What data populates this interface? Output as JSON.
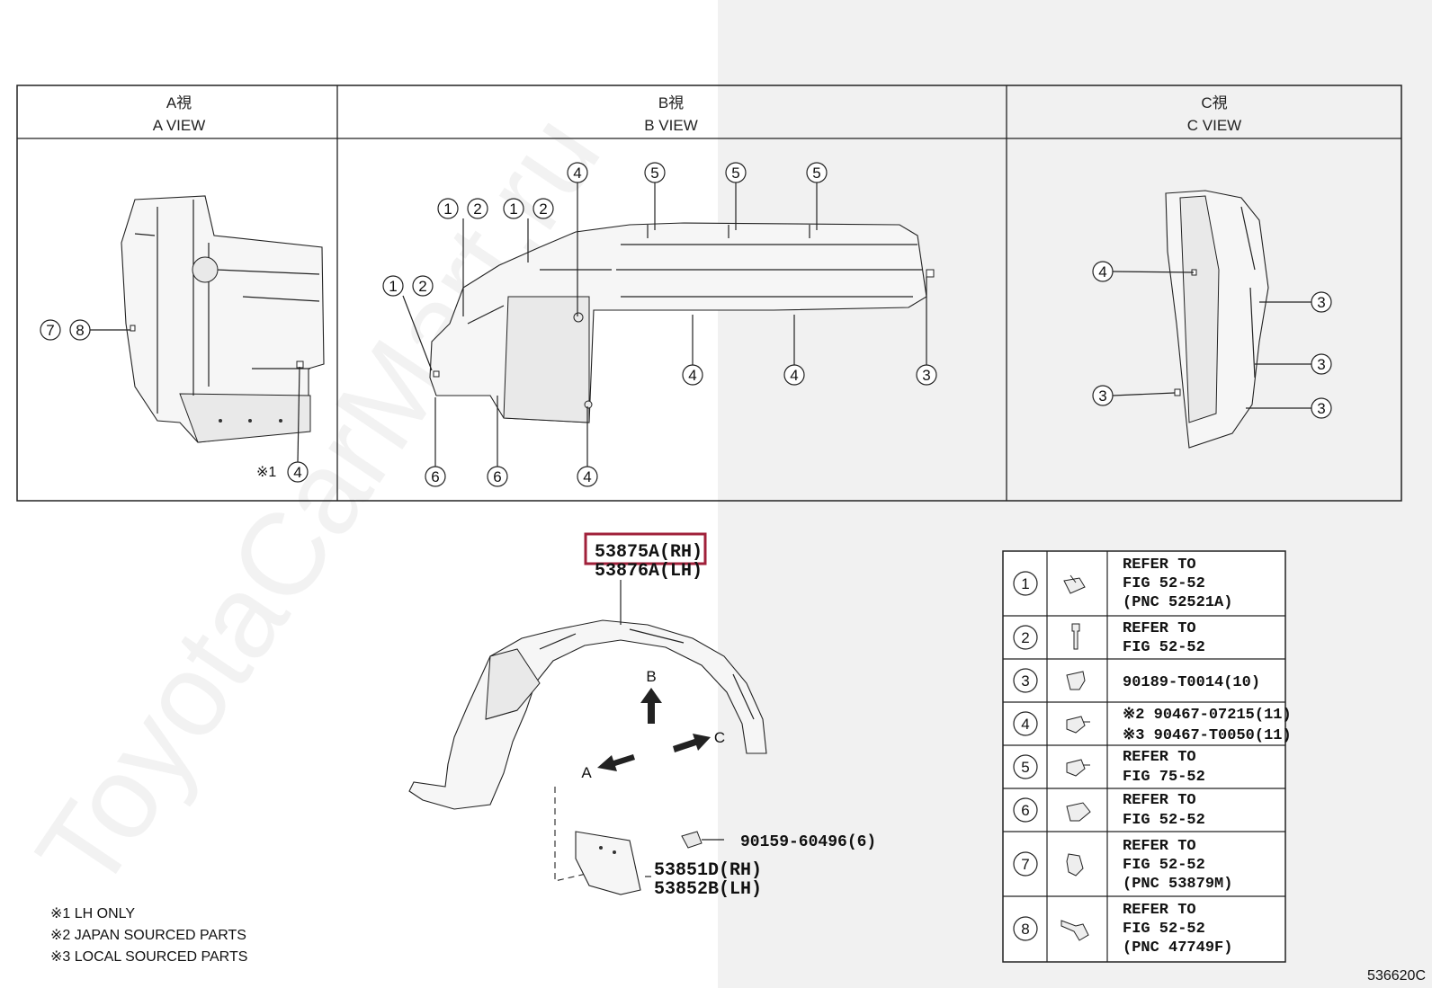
{
  "views": {
    "a": {
      "title_jp": "A視",
      "title_en": "A VIEW"
    },
    "b": {
      "title_jp": "B視",
      "title_en": "B VIEW"
    },
    "c": {
      "title_jp": "C視",
      "title_en": "C VIEW"
    }
  },
  "callouts": {
    "one": "1",
    "two": "2",
    "three": "3",
    "four": "4",
    "five": "5",
    "six": "6",
    "seven": "7",
    "eight": "8",
    "note_mark_1": "※1"
  },
  "main_parts": {
    "liner_rh": "53875A(RH)",
    "liner_lh": "53876A(LH)",
    "screw": "90159-60496(6)",
    "mudguard_rh": "53851D(RH)",
    "mudguard_lh": "53852B(LH)",
    "arrow_a": "A",
    "arrow_b": "B",
    "arrow_c": "C"
  },
  "notes": [
    "※1 LH ONLY",
    "※2 JAPAN SOURCED PARTS",
    "※3 LOCAL SOURCED PARTS"
  ],
  "legend": [
    {
      "num": "1",
      "icon": "clip-icon",
      "lines": [
        "REFER TO",
        "FIG 52-52",
        "(PNC 52521A)"
      ]
    },
    {
      "num": "2",
      "icon": "screw-icon",
      "lines": [
        "REFER TO",
        "FIG 52-52"
      ]
    },
    {
      "num": "3",
      "icon": "push-rivet-icon",
      "lines": [
        "90189-T0014(10)"
      ]
    },
    {
      "num": "4",
      "icon": "fastener-icon",
      "lines": [
        "※2 90467-07215(11)",
        "※3 90467-T0050(11)"
      ]
    },
    {
      "num": "5",
      "icon": "fastener-icon",
      "lines": [
        "REFER TO",
        "FIG 75-52"
      ]
    },
    {
      "num": "6",
      "icon": "push-rivet-icon",
      "lines": [
        "REFER TO",
        "FIG 52-52"
      ]
    },
    {
      "num": "7",
      "icon": "clip-nut-icon",
      "lines": [
        "REFER TO",
        "FIG 52-52",
        "(PNC 53879M)"
      ]
    },
    {
      "num": "8",
      "icon": "bolt-icon",
      "lines": [
        "REFER TO",
        "FIG 52-52",
        "(PNC 47749F)"
      ]
    }
  ],
  "figure_code": "536620C",
  "watermark": "ToyotaCarMart.ru",
  "colors": {
    "highlight_box": "#a0203a",
    "right_bg": "#f1f1f1"
  }
}
